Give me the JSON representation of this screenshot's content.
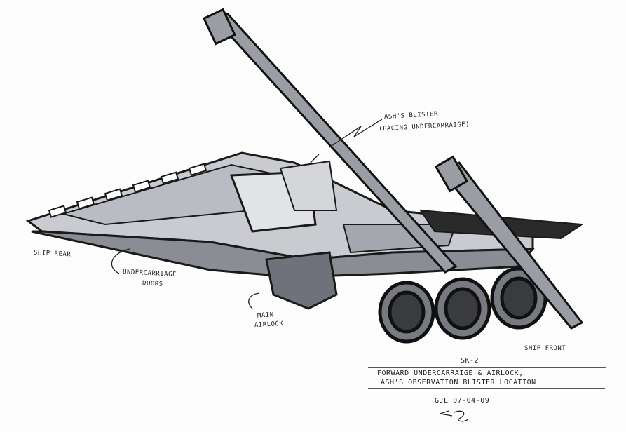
{
  "labels": {
    "blister_line1": "ASH'S BLISTER",
    "blister_line2": "(FACING UNDERCARRAIGE)",
    "ship_rear": "SHIP REAR",
    "undercarriage_doors_line1": "UNDERCARRIAGE",
    "undercarriage_doors_line2": "DOORS",
    "main_airlock_line1": "MAIN",
    "main_airlock_line2": "AIRLOCK",
    "ship_front": "SHIP FRONT"
  },
  "title_block": {
    "sheet": "SK-2",
    "line1": "FORWARD UNDERCARRAIGE & AIRLOCK,",
    "line2": "ASH'S OBSERVATION BLISTER LOCATION",
    "author_date": "GJL 07-04-09"
  },
  "colors": {
    "ink": "#1a1a1a",
    "hull_gray": "#8a8d94",
    "light_gray": "#c9cbd0"
  }
}
